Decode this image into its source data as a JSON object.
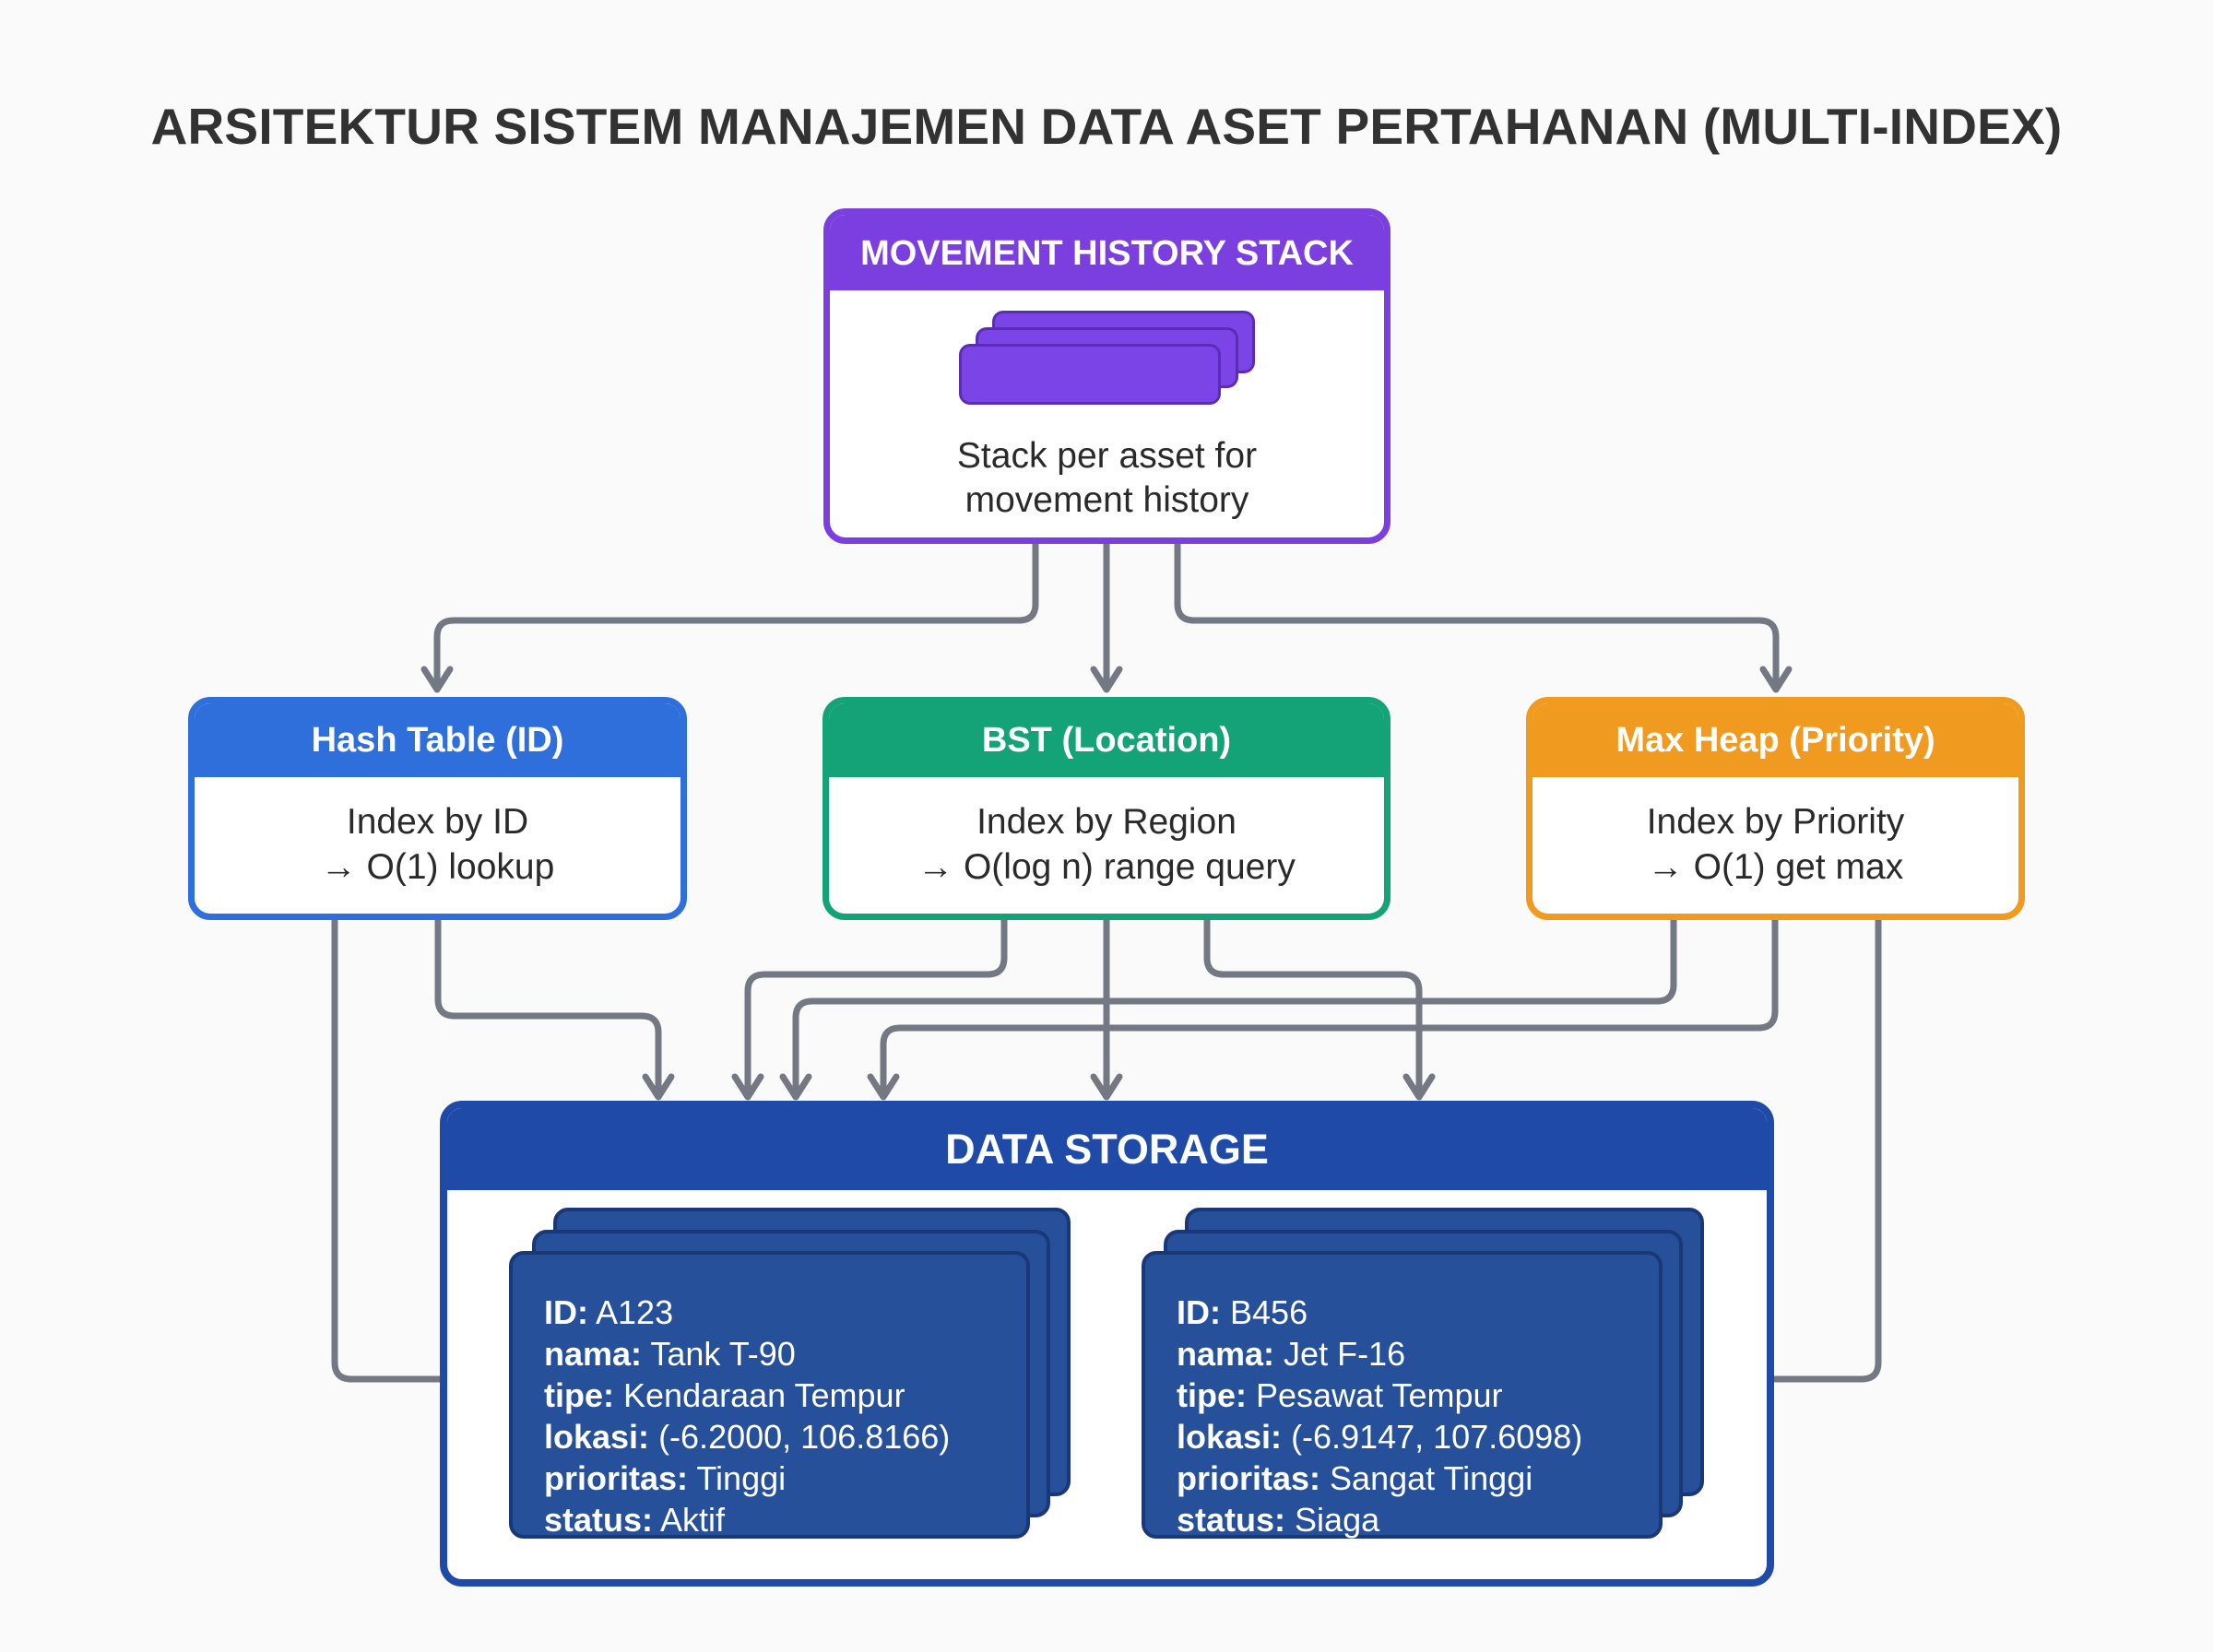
{
  "title": "ARSITEKTUR SISTEM MANAJEMEN DATA ASET PERTAHANAN (MULTI-INDEX)",
  "stack_box": {
    "header": "MOVEMENT HISTORY STACK",
    "icon": "stacked-layers-icon",
    "description": [
      "Stack per asset for",
      "movement history"
    ],
    "color": "#7b3fe0"
  },
  "index_boxes": [
    {
      "header": "Hash Table (ID)",
      "lines": [
        "Index by ID",
        "→ O(1) lookup"
      ],
      "color": "#2f6fdc"
    },
    {
      "header": "BST (Location)",
      "lines": [
        "Index by Region",
        "→ O(log n) range query"
      ],
      "color": "#13a376"
    },
    {
      "header": "Max Heap (Priority)",
      "lines": [
        "Index by Priority",
        "→ O(1) get max"
      ],
      "color": "#f09a1f"
    }
  ],
  "storage": {
    "header": "DATA STORAGE",
    "color": "#1f4aa8",
    "records": [
      {
        "fields": [
          {
            "key": "ID:",
            "value": "A123"
          },
          {
            "key": "nama:",
            "value": "Tank T-90"
          },
          {
            "key": "tipe:",
            "value": "Kendaraan Tempur"
          },
          {
            "key": "lokasi:",
            "value": "(-6.2000, 106.8166)"
          },
          {
            "key": "prioritas:",
            "value": "Tinggi"
          },
          {
            "key": "status:",
            "value": "Aktif"
          }
        ]
      },
      {
        "fields": [
          {
            "key": "ID:",
            "value": "B456"
          },
          {
            "key": "nama:",
            "value": "Jet F-16"
          },
          {
            "key": "tipe:",
            "value": "Pesawat Tempur"
          },
          {
            "key": "lokasi:",
            "value": "(-6.9147, 107.6098)"
          },
          {
            "key": "prioritas:",
            "value": "Sangat Tinggi"
          },
          {
            "key": "status:",
            "value": "Siaga"
          }
        ]
      }
    ]
  },
  "connector_color": "#737882"
}
